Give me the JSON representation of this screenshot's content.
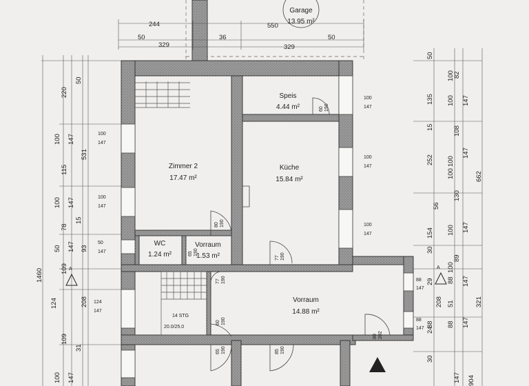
{
  "rooms": [
    {
      "name": "Garage",
      "area": "13.95 m²"
    },
    {
      "name": "Speis",
      "area": "4.44 m²"
    },
    {
      "name": "Zimmer 2",
      "area": "17.47 m²"
    },
    {
      "name": "Küche",
      "area": "15.84 m²"
    },
    {
      "name": "WC",
      "area": "1.24 m²"
    },
    {
      "name": "Vorraum",
      "area": "1.53 m²"
    },
    {
      "name": "Vorraum",
      "area": "14.88 m²"
    }
  ],
  "stairs": {
    "line1": "14 STG",
    "line2": "20.0/25.0"
  },
  "section_marker": "A",
  "top_dims": {
    "row1": [
      "244",
      "550"
    ],
    "row2": [
      "50",
      "36",
      "50"
    ],
    "row3": [
      "329",
      "329"
    ]
  },
  "left_dims": {
    "outer": [
      "1460"
    ],
    "mid": [
      "531",
      "93",
      "208"
    ],
    "inner_a": [
      "220",
      "115",
      "78",
      "109",
      "124",
      "109"
    ],
    "inner_b": [
      "50",
      "15",
      "31"
    ],
    "pairs": [
      [
        "100",
        "147"
      ],
      [
        "100",
        "147"
      ],
      [
        "50",
        "147"
      ],
      [
        "100",
        "147"
      ]
    ]
  },
  "right_dims": {
    "outer": [
      "662",
      "321"
    ],
    "col_a": [
      "50",
      "135",
      "252",
      "154",
      "30",
      "208",
      "30"
    ],
    "col_b": [
      "82",
      "100",
      "147",
      "108",
      "100",
      "56",
      "100",
      "89",
      "29",
      "51",
      "88",
      "24"
    ],
    "col_c": [
      "147",
      "130",
      "147",
      "147",
      "147",
      "147"
    ],
    "col_d": [
      "100",
      "15",
      "100",
      "100",
      "88",
      "88",
      "904"
    ]
  },
  "window_labels": [
    [
      "100",
      "147"
    ],
    [
      "100",
      "147"
    ],
    [
      "100",
      "147"
    ],
    [
      "100",
      "147"
    ],
    [
      "100",
      "147"
    ],
    [
      "50",
      "147"
    ],
    [
      "124",
      "147"
    ],
    [
      "88",
      "147"
    ],
    [
      "88",
      "147"
    ]
  ],
  "door_labels": [
    [
      "65",
      "190"
    ],
    [
      "80",
      "190"
    ],
    [
      "77",
      "190"
    ],
    [
      "77",
      "190"
    ],
    [
      "60",
      "190"
    ],
    [
      "65",
      "190"
    ],
    [
      "85",
      "190"
    ],
    [
      "80",
      "202"
    ],
    [
      "60",
      "190"
    ]
  ],
  "colors": {
    "paper": "#f0efed",
    "wall": "#8c8c8c",
    "ink": "#222222"
  }
}
